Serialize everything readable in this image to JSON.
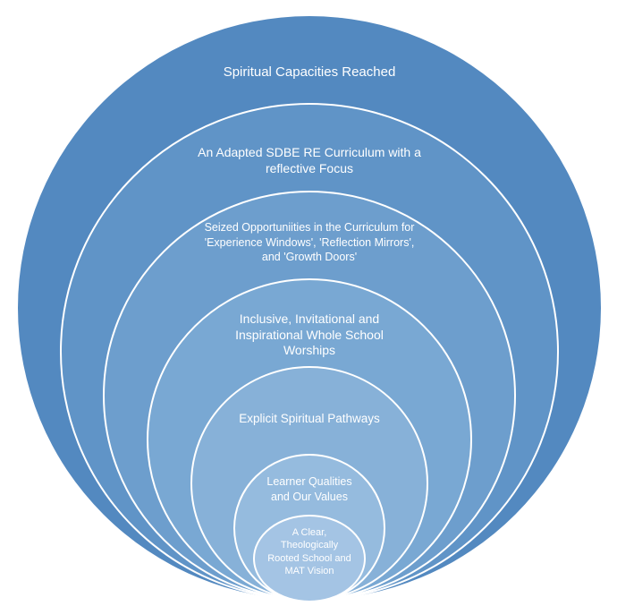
{
  "diagram": {
    "type": "nested-circles",
    "layers": [
      {
        "label": "Spiritual Capacities Reached",
        "color": "#5389C0"
      },
      {
        "label": "An Adapted SDBE RE Curriculum with a reflective Focus",
        "color": "#6094C7"
      },
      {
        "label": "Seized Opportuniities in the Curriculum for 'Experience Windows', 'Reflection Mirrors', and 'Growth Doors'",
        "color": "#6D9ECD"
      },
      {
        "label": "Inclusive, Invitational and Inspirational Whole School Worships",
        "color": "#79A8D3"
      },
      {
        "label": "Explicit Spiritual Pathways",
        "color": "#87B1D8"
      },
      {
        "label": "Learner Qualities and Our Values",
        "color": "#95BBDE"
      },
      {
        "label": "A Clear, Theologically Rooted School and MAT Vision",
        "color": "#A4C4E4"
      }
    ],
    "border_color": "#ffffff"
  }
}
